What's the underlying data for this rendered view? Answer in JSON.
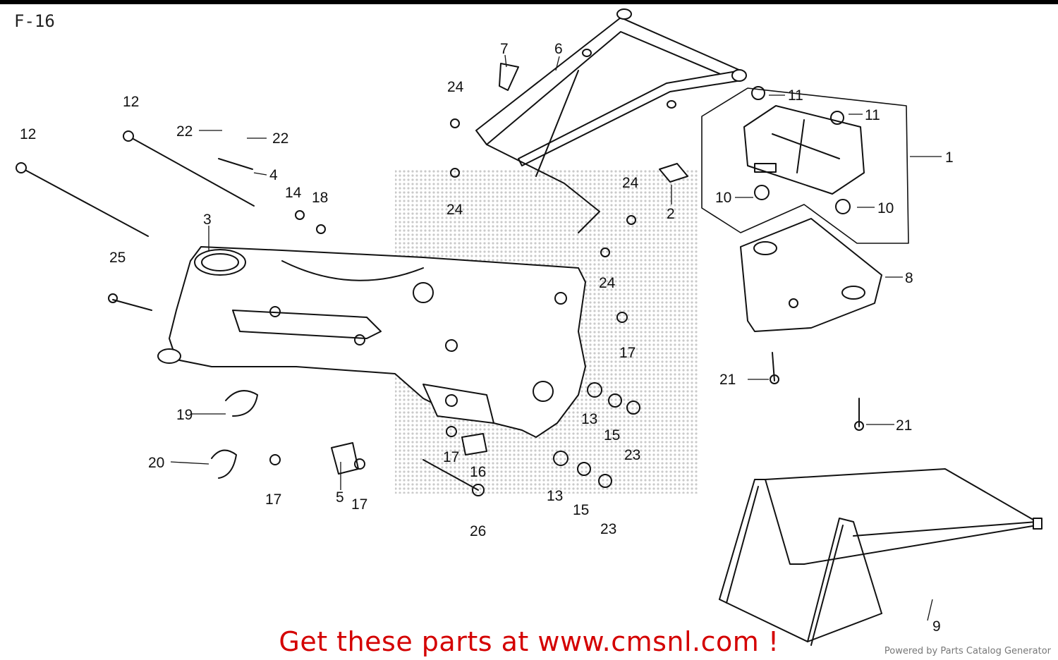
{
  "diagram_code": "F-16",
  "callouts": [
    "1",
    "2",
    "3",
    "4",
    "5",
    "6",
    "7",
    "8",
    "9",
    "10",
    "10",
    "11",
    "11",
    "12",
    "12",
    "13",
    "13",
    "14",
    "15",
    "15",
    "16",
    "17",
    "17",
    "17",
    "17",
    "18",
    "19",
    "20",
    "21",
    "21",
    "22",
    "22",
    "23",
    "23",
    "24",
    "24",
    "24",
    "24",
    "25",
    "26"
  ],
  "footer": {
    "cta": "Get these parts at www.cmsnl.com !",
    "powered_by": "Powered by Parts Catalog Generator"
  }
}
